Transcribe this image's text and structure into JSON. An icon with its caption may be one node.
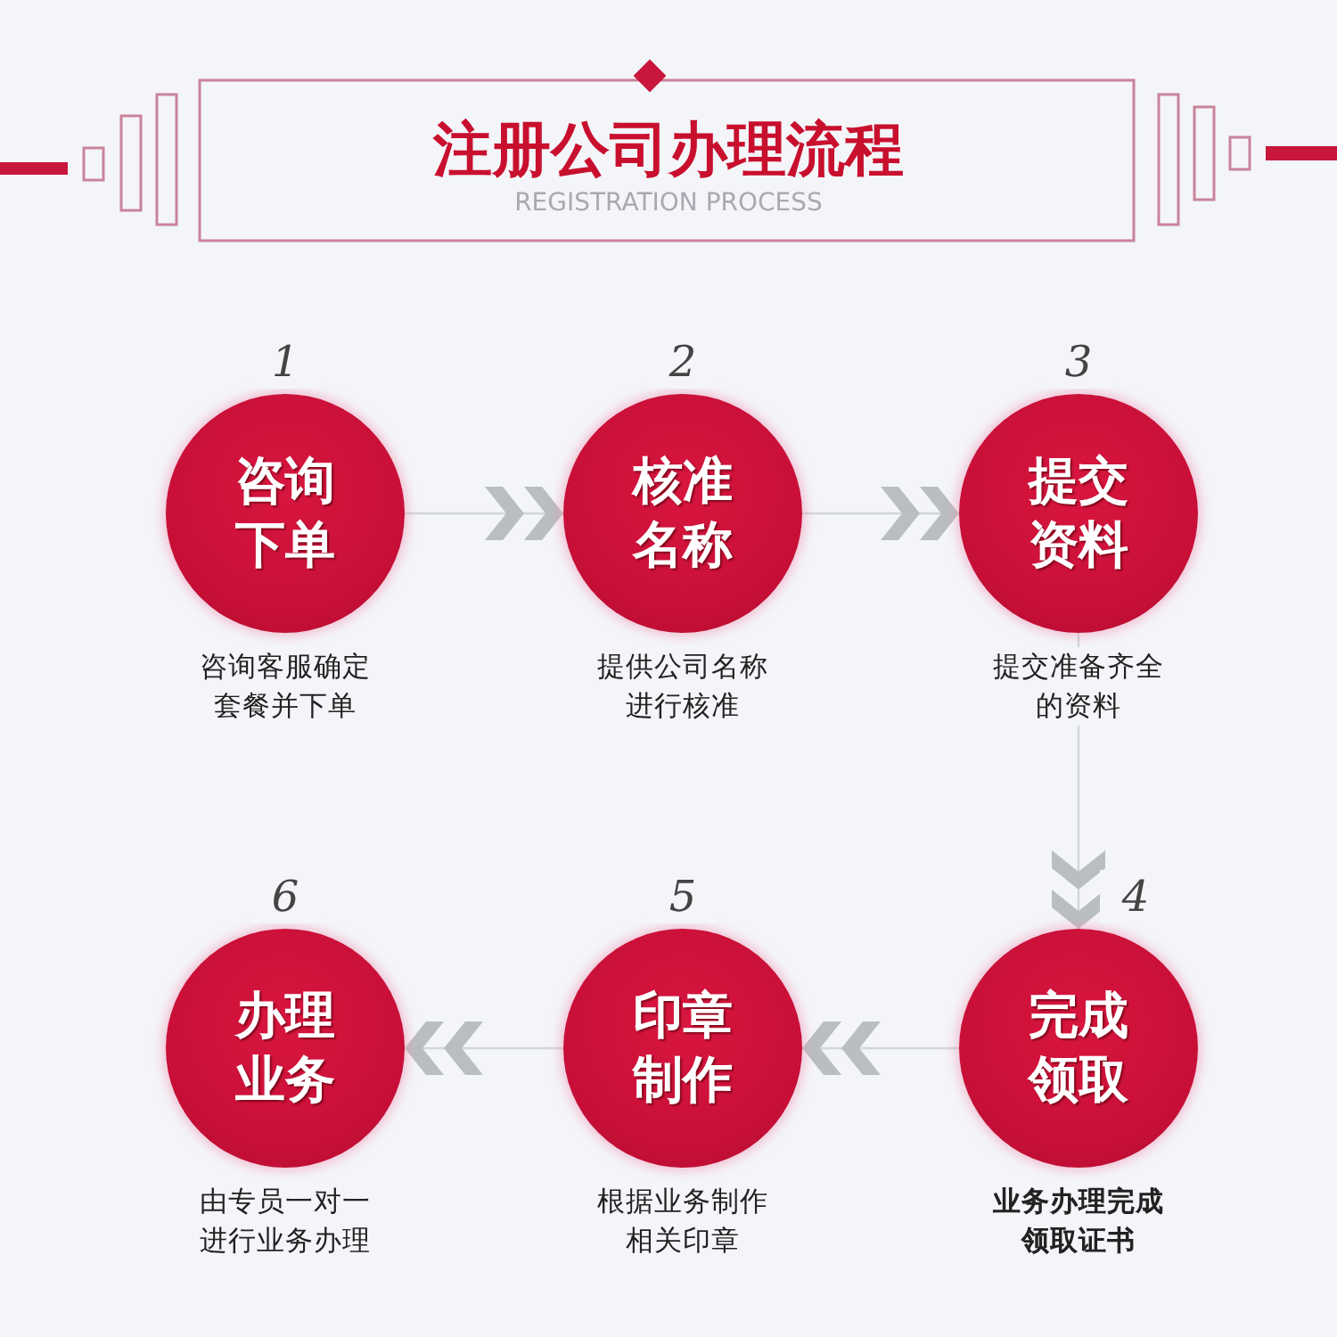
{
  "diagram": {
    "title": "注册公司办理流程",
    "nodes": [
      {
        "text": [
          "咨询下单"
        ],
        "beside": [
          "1",
          "咨询客服确定套餐并下单"
        ]
      },
      {
        "text": [
          "核准名称"
        ],
        "beside": [
          "2",
          "提供公司名称进行核准"
        ]
      },
      {
        "text": [
          "提交资料"
        ],
        "beside": [
          "3",
          "提交准备齐全的资料"
        ]
      },
      {
        "text": [
          "完成领取"
        ],
        "beside": [
          "4",
          "业务办理完成领取证书"
        ]
      },
      {
        "text": [
          "印章制作"
        ],
        "beside": [
          "5",
          "根据业务制作相关印章"
        ]
      },
      {
        "text": [
          "办理业务"
        ],
        "beside": [
          "6",
          "由专员一对一进行业务办理"
        ]
      }
    ],
    "edges": [
      {
        "from": 0,
        "to": 1,
        "arrow": "to"
      },
      {
        "from": 1,
        "to": 2,
        "arrow": "to"
      },
      {
        "from": 2,
        "to": 3,
        "arrow": "to"
      },
      {
        "from": 3,
        "to": 4,
        "arrow": "to"
      },
      {
        "from": 4,
        "to": 5,
        "arrow": "to"
      }
    ],
    "labels": [
      "REGISTRATION PROCESS"
    ]
  }
}
